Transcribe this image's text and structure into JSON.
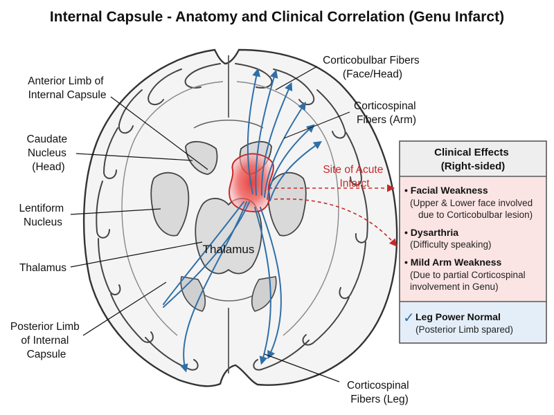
{
  "title": "Internal Capsule - Anatomy and Clinical Correlation (Genu Infarct)",
  "labels": {
    "anterior_limb": [
      "Anterior Limb of",
      "Internal Capsule"
    ],
    "caudate": [
      "Caudate",
      "Nucleus",
      "(Head)"
    ],
    "lentiform": [
      "Lentiform",
      "Nucleus"
    ],
    "thalamus_left": "Thalamus",
    "thalamus_center": "Thalamus",
    "posterior_limb": [
      "Posterior Limb",
      "of Internal",
      "Capsule"
    ],
    "corticobulbar": [
      "Corticobulbar Fibers",
      "(Face/Head)"
    ],
    "corticospinal_arm": [
      "Corticospinal",
      "Fibers (Arm)"
    ],
    "infarct": [
      "Site of Acute",
      "Infarct"
    ],
    "corticospinal_leg": [
      "Corticospinal",
      "Fibers (Leg)"
    ]
  },
  "panel": {
    "title": [
      "Clinical Effects",
      "(Right-sided)"
    ],
    "effects": [
      {
        "heading": "• Facial Weakness",
        "details": [
          "(Upper & Lower face involved",
          "due to Corticobulbar lesion)"
        ]
      },
      {
        "heading": "• Dysarthria",
        "details": [
          "(Difficulty speaking)"
        ]
      },
      {
        "heading": "• Mild Arm Weakness",
        "details": [
          "(Due to partial Corticospinal",
          "involvement in Genu)"
        ]
      }
    ],
    "spared": {
      "check": "✓",
      "heading": "Leg Power Normal",
      "detail": "(Posterior Limb spared)"
    }
  },
  "colors": {
    "fiber": "#2f6fa8",
    "infarct": "#d32f2f",
    "panel_border": "#555555",
    "panel_title_bg": "#eeeeee",
    "effects_bg": "#fbe4e4",
    "spared_bg": "#e4eef8",
    "check": "#2f6fa8"
  }
}
